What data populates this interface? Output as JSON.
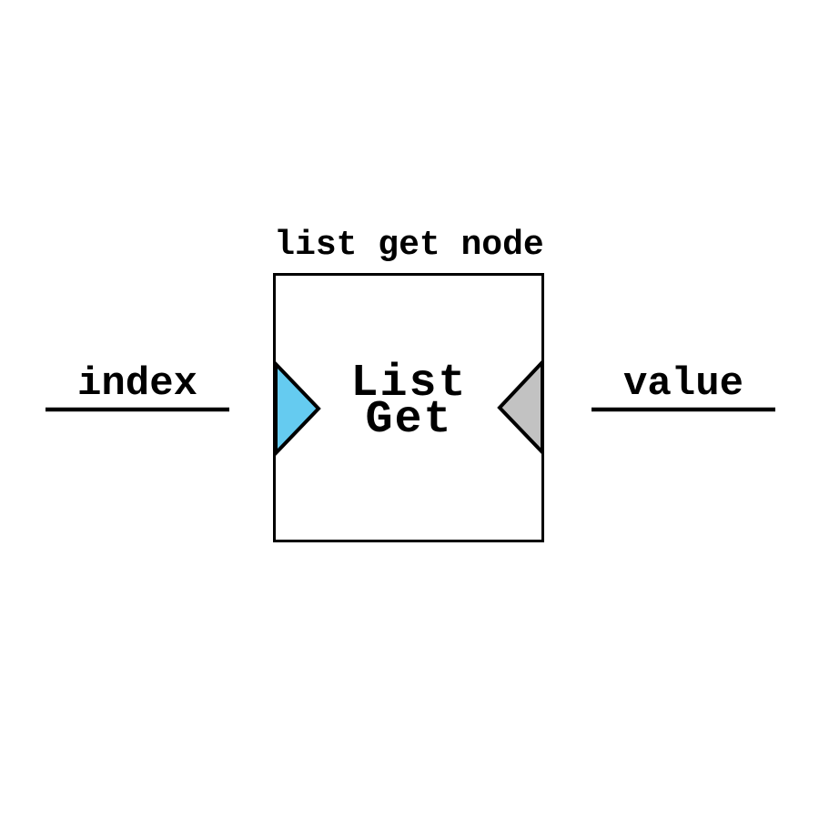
{
  "diagram": {
    "title": "list get node",
    "node": {
      "lines": [
        "List",
        "Get"
      ]
    },
    "ports": {
      "input": {
        "label": "index",
        "color": "#65CBF0",
        "shape": "triangle-pointing-right"
      },
      "output": {
        "label": "value",
        "color": "#C2C2C2",
        "shape": "triangle-pointing-left"
      }
    },
    "colors": {
      "stroke": "#000000",
      "background": "#FFFFFF"
    }
  }
}
